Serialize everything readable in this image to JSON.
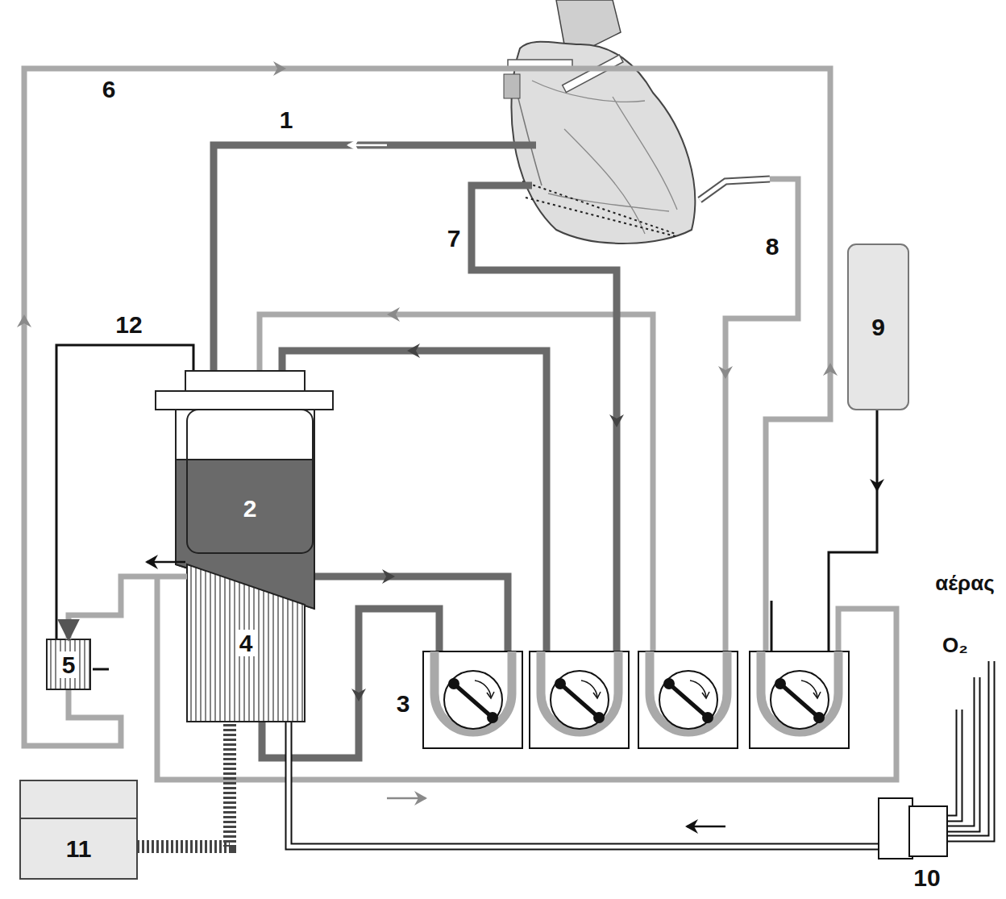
{
  "diagram": {
    "nodes": [
      {
        "text": [
          "2"
        ]
      },
      {
        "text": [
          "4"
        ]
      },
      {
        "text": [
          "5"
        ]
      },
      {
        "text": [
          "9"
        ]
      },
      {
        "text": [
          "11"
        ]
      }
    ],
    "edges": [
      {
        "from": 1,
        "to": 2,
        "arrow": "to"
      },
      {
        "from": 4,
        "to": 1,
        "arrow": "none"
      }
    ],
    "labels": [
      "6",
      "1",
      "7",
      "8",
      "12",
      "3",
      "10",
      "αέρας",
      "O₂"
    ]
  }
}
